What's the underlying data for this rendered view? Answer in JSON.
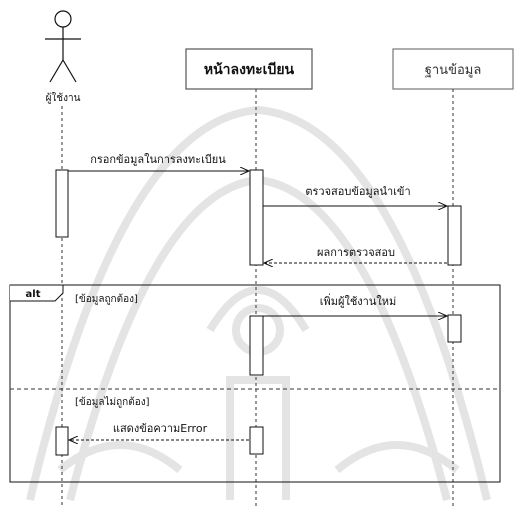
{
  "actor": {
    "label": "ผู้ใช้งาน",
    "icon": "stick-figure-icon"
  },
  "lifelines": {
    "register_page": "หน้าลงทะเบียน",
    "database": "ฐานข้อมูล"
  },
  "messages": {
    "m1": "กรอกข้อมูลในการลงทะเบียน",
    "m2": "ตรวจสอบข้อมูลนำเข้า",
    "m3": "ผลการตรวจสอบ",
    "m4": "เพิ่มผู้ใช้งานใหม่",
    "m5": "แสดงข้อความError"
  },
  "fragment": {
    "operator": "alt",
    "guard1": "[ข้อมูลถูกต้อง]",
    "guard2": "[ข้อมูลไม่ถูกต้อง]"
  },
  "colors": {
    "line": "#111111",
    "box_border": "#555555",
    "watermark": "#e6e6e6"
  },
  "watermark": {
    "icon": "university-emblem-watermark"
  }
}
